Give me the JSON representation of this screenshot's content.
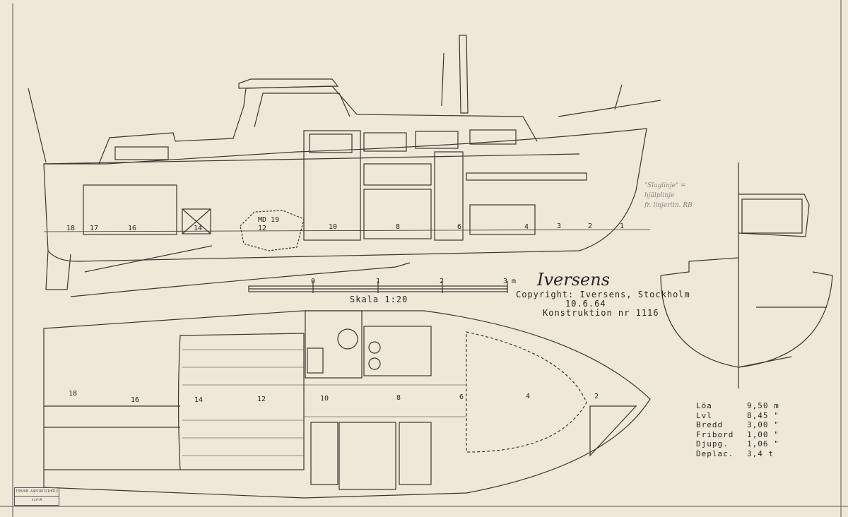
{
  "drawing": {
    "signature": "Iversens",
    "copyright": "Copyright: Iversens, Stockholm",
    "date": "10.6.64",
    "construction": "Konstruktion nr 1116",
    "scale_label": "Skala 1:20",
    "scale_ticks": [
      "0",
      "1",
      "2",
      "3 m"
    ],
    "engine_label": "MD 19",
    "profile_stations": [
      "18",
      "17",
      "16",
      "14",
      "12",
      "10",
      "8",
      "6",
      "4",
      "3",
      "2",
      "1"
    ],
    "plan_stations": [
      "18",
      "16",
      "14",
      "12",
      "10",
      "8",
      "6",
      "4",
      "2"
    ],
    "handwritten_note": [
      "\"Slaglinje\" =",
      "hjälplinje",
      "fr. linjeritn. RB"
    ],
    "stamp": [
      "SJÖHISTORISKA MUSEET",
      "Arkiv"
    ]
  },
  "specs": [
    {
      "label": "Löa",
      "value": "9,50 m"
    },
    {
      "label": "Lvl",
      "value": "8,45 \""
    },
    {
      "label": "Bredd",
      "value": "3,00 \""
    },
    {
      "label": "Fribord",
      "value": "1,00 \""
    },
    {
      "label": "Djupg.",
      "value": "1,06 \""
    },
    {
      "label": "Deplac.",
      "value": "3,4 t"
    }
  ]
}
